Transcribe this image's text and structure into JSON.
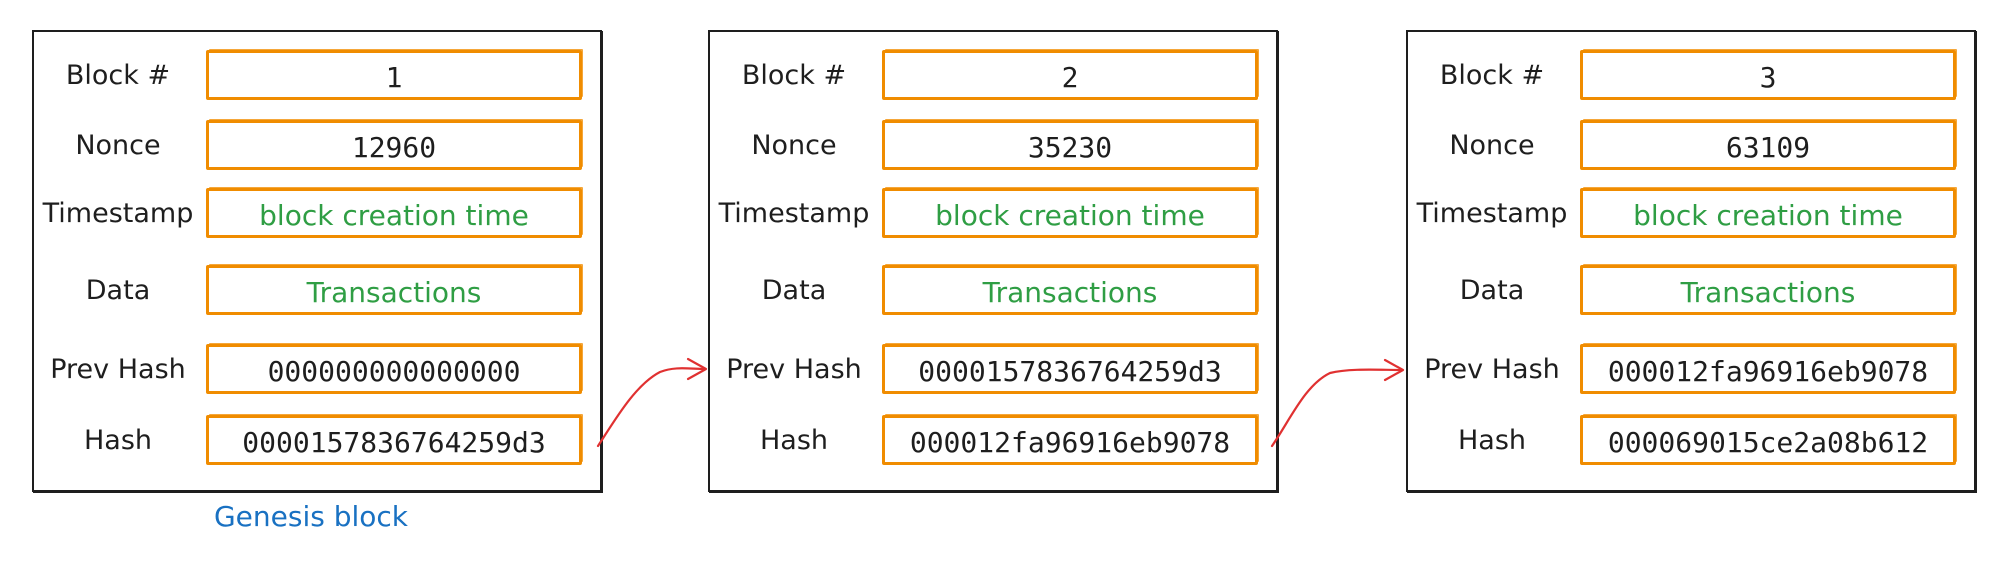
{
  "labels": {
    "block_num": "Block #",
    "nonce": "Nonce",
    "timestamp": "Timestamp",
    "data": "Data",
    "prev_hash": "Prev Hash",
    "hash": "Hash"
  },
  "blocks": [
    {
      "block_num": "1",
      "nonce": "12960",
      "timestamp": "block creation time",
      "data": "Transactions",
      "prev_hash": "000000000000000",
      "hash": "0000157836764259d3"
    },
    {
      "block_num": "2",
      "nonce": "35230",
      "timestamp": "block creation time",
      "data": "Transactions",
      "prev_hash": "0000157836764259d3",
      "hash": "000012fa96916eb9078"
    },
    {
      "block_num": "3",
      "nonce": "63109",
      "timestamp": "block creation time",
      "data": "Transactions",
      "prev_hash": "000012fa96916eb9078",
      "hash": "000069015ce2a08b612"
    }
  ],
  "caption": "Genesis block",
  "colors": {
    "border": "#1e1e1e",
    "field_border": "#f08c00",
    "green_text": "#2f9e44",
    "arrow": "#e03131",
    "caption": "#1971c2"
  }
}
